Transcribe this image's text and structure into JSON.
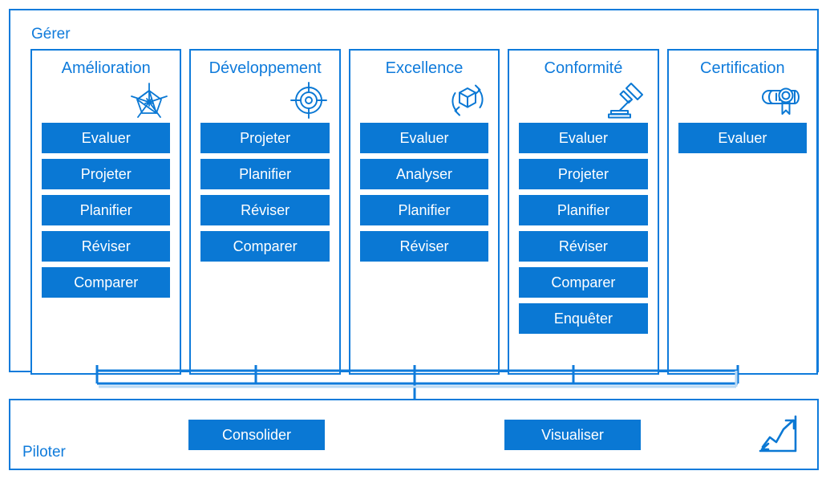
{
  "theme": {
    "accent": "#0a78d4",
    "border": "#0f7bdb",
    "text_on_accent": "#ffffff",
    "background": "#ffffff",
    "connector_ghost": "#b9d9f4"
  },
  "manage": {
    "title": "Gérer",
    "columns": [
      {
        "title": "Amélioration",
        "icon": "radar-chart-icon",
        "actions": [
          "Evaluer",
          "Projeter",
          "Planifier",
          "Réviser",
          "Comparer"
        ]
      },
      {
        "title": "Développement",
        "icon": "target-crosshair-icon",
        "actions": [
          "Projeter",
          "Planifier",
          "Réviser",
          "Comparer"
        ]
      },
      {
        "title": "Excellence",
        "icon": "cube-lifecycle-icon",
        "actions": [
          "Evaluer",
          "Analyser",
          "Planifier",
          "Réviser"
        ]
      },
      {
        "title": "Conformité",
        "icon": "gavel-icon",
        "actions": [
          "Evaluer",
          "Projeter",
          "Planifier",
          "Réviser",
          "Comparer",
          "Enquêter"
        ]
      },
      {
        "title": "Certification",
        "icon": "certificate-scroll-icon",
        "actions": [
          "Evaluer"
        ]
      }
    ]
  },
  "pilot": {
    "title": "Piloter",
    "icon": "trend-chart-icon",
    "buttons": [
      "Consolider",
      "Visualiser"
    ]
  }
}
